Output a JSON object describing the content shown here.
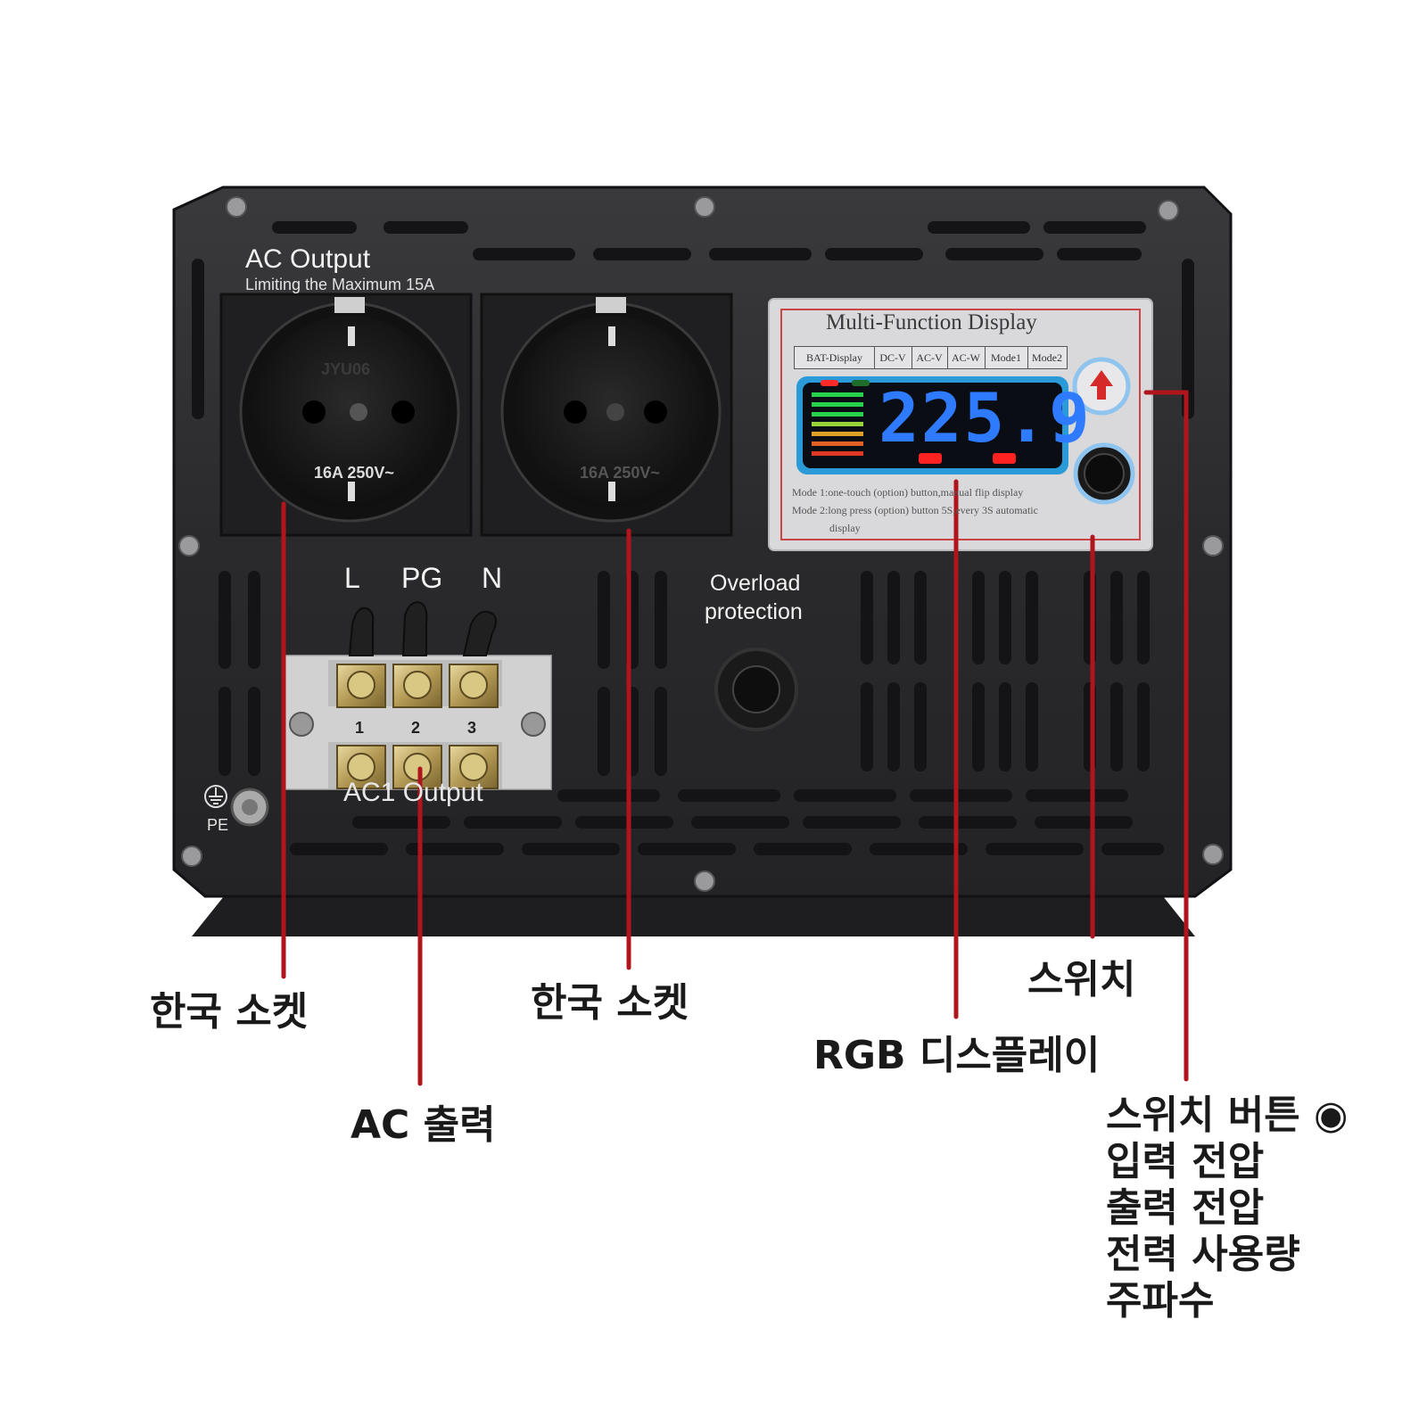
{
  "panel": {
    "ac_output_title": "AC Output",
    "ac_output_subtitle": "Limiting the Maximum 15A",
    "socket_brand": "JYU06",
    "socket_rating": "16A 250V~",
    "terminal_labels": [
      "L",
      "PG",
      "N"
    ],
    "terminal_numbers": [
      "1",
      "2",
      "3"
    ],
    "terminal_caption": "AC1 Output",
    "ground_label": "PE",
    "overload_line1": "Overload",
    "overload_line2": "protection"
  },
  "display": {
    "title": "Multi-Function Display",
    "tabs": [
      "BAT-Display",
      "DC-V",
      "AC-V",
      "AC-W",
      "Mode1",
      "Mode2"
    ],
    "reading": "225.9",
    "note_mode1": "Mode 1:one-touch (option) button,manual flip display",
    "note_mode2": "Mode 2:long press (option) button 5S,every 3S automatic",
    "note_mode2_cont": "display"
  },
  "callouts": {
    "socket_left": "한국 소켓",
    "socket_right": "한국 소켓",
    "ac_output": "AC 출력",
    "rgb_display": "RGB 디스플레이",
    "switch": "스위치",
    "switch_button_lines": [
      "스위치 버튼 ◉",
      "입력 전압",
      "출력 전압",
      "전력 사용량",
      "주파수"
    ]
  },
  "colors": {
    "panel": "#2b2b2d",
    "callout_line": "#b0141c",
    "lcd_digits": "#2f7bff",
    "display_plate": "#d9d9db"
  }
}
